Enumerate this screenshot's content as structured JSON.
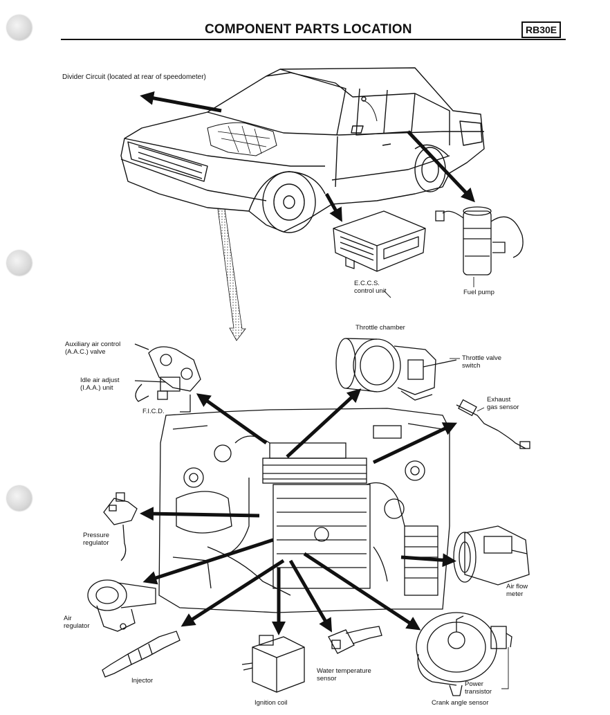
{
  "header": {
    "title": "COMPONENT PARTS LOCATION",
    "badge": "RB30E"
  },
  "labels": {
    "divider_circuit": "Divider Circuit (located at rear of speedometer)",
    "eccs_control_unit": "E.C.C.S.\ncontrol unit",
    "fuel_pump": "Fuel pump",
    "throttle_chamber": "Throttle chamber",
    "throttle_valve_switch": "Throttle valve\nswitch",
    "aac_valve": "Auxiliary air control\n(A.A.C.) valve",
    "iaa_unit": "Idle air adjust\n(I.A.A.) unit",
    "ficd": "F.I.C.D.",
    "exhaust_gas_sensor": "Exhaust\ngas sensor",
    "pressure_regulator": "Pressure\nregulator",
    "air_flow_meter": "Air flow\nmeter",
    "air_regulator": "Air\nregulator",
    "injector": "Injector",
    "ignition_coil": "Ignition coil",
    "water_temperature_sensor": "Water temperature\nsensor",
    "power_transistor": "Power\ntransistor",
    "crank_angle_sensor": "Crank angle sensor"
  }
}
